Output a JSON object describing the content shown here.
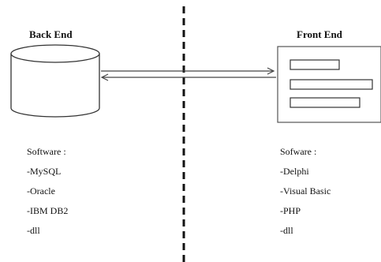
{
  "back_end": {
    "title": "Back End",
    "software_label": "Software :",
    "items": [
      "-MySQL",
      "-Oracle",
      "-IBM DB2",
      "-dll"
    ]
  },
  "front_end": {
    "title": "Front End",
    "software_label": "Sofware :",
    "items": [
      "-Delphi",
      "-Visual Basic",
      "-PHP",
      "-dll"
    ]
  }
}
